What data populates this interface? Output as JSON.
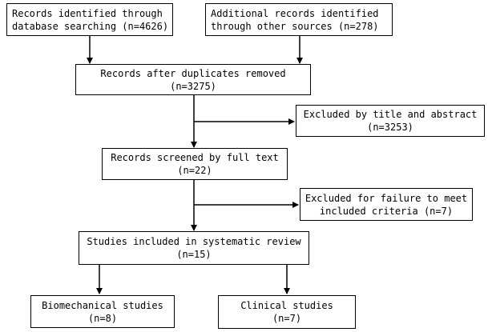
{
  "boxes": {
    "db_search": {
      "line1": "Records identified through",
      "line2": "database searching (n=4626)"
    },
    "other_sources": {
      "line1": "Additional records identified",
      "line2": "through other sources (n=278)"
    },
    "after_duplicates": {
      "line1": "Records after duplicates removed",
      "line2": "(n=3275)"
    },
    "excluded_title": {
      "line1": "Excluded by title and abstract",
      "line2": "(n=3253)"
    },
    "full_text": {
      "line1": "Records screened by full text",
      "line2": "(n=22)"
    },
    "excluded_criteria": {
      "line1": "Excluded for failure to meet",
      "line2": "included criteria (n=7)"
    },
    "included": {
      "line1": "Studies included in systematic review",
      "line2": "(n=15)"
    },
    "biomechanical": {
      "line1": "Biomechanical studies",
      "line2": "(n=8)"
    },
    "clinical": {
      "line1": "Clinical studies",
      "line2": "(n=7)"
    }
  }
}
